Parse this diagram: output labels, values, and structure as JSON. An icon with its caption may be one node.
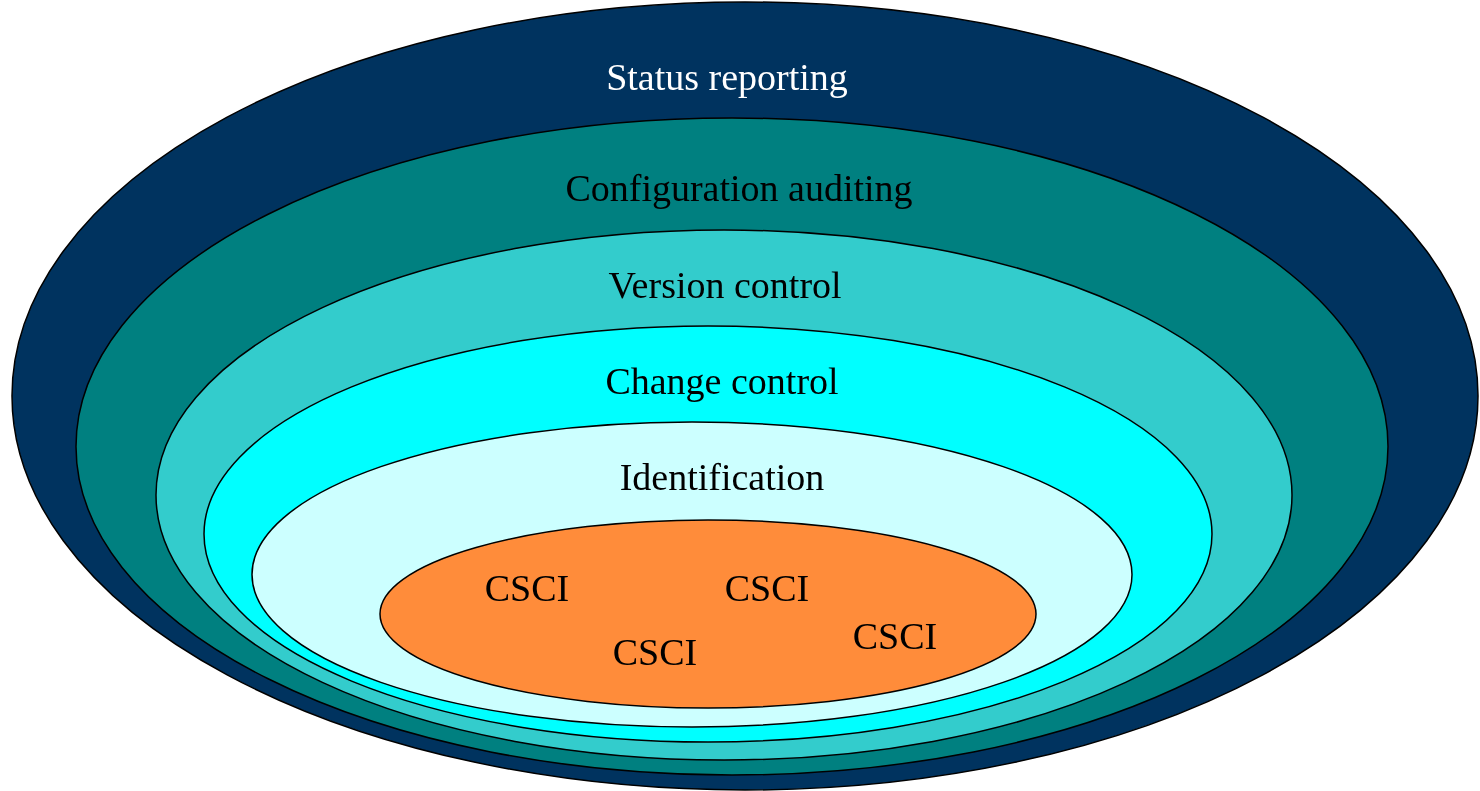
{
  "diagram": {
    "nodes": [
      {
        "text": [
          "Status reporting"
        ]
      },
      {
        "text": [
          "Configuration auditing"
        ],
        "in": 0
      },
      {
        "text": [
          "Version control"
        ],
        "in": 1
      },
      {
        "text": [
          "Change control"
        ],
        "in": 2
      },
      {
        "text": [
          "Identification"
        ],
        "in": 3
      },
      {
        "text": [
          "CSCI",
          "CSCI",
          "CSCI",
          "CSCI"
        ],
        "in": 4
      }
    ]
  }
}
